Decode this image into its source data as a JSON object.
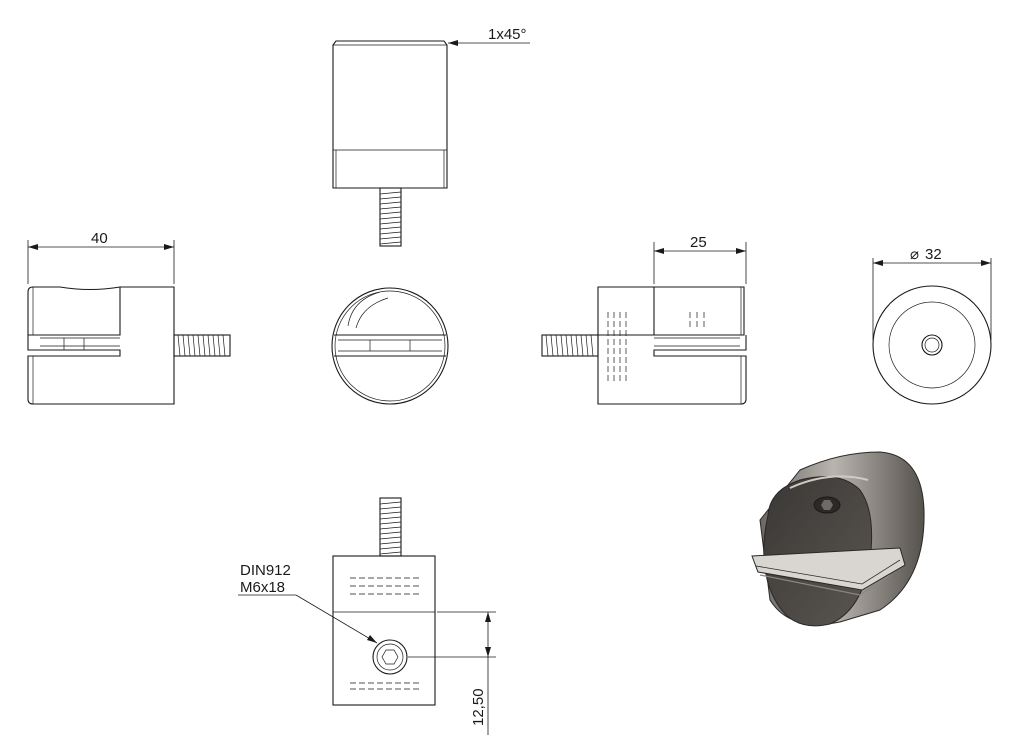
{
  "dimensions": {
    "chamfer": "1x45°",
    "width_side": "40",
    "width_right": "25",
    "diameter": "32",
    "diameter_symbol": "⌀",
    "screw_height": "12,50"
  },
  "callout": {
    "line1": "DIN912",
    "line2": "M6x18"
  },
  "colors": {
    "line": "#1a1a1a",
    "iso_dark": "#3b3936",
    "iso_mid": "#6e6a66",
    "iso_light": "#a9a59f"
  }
}
